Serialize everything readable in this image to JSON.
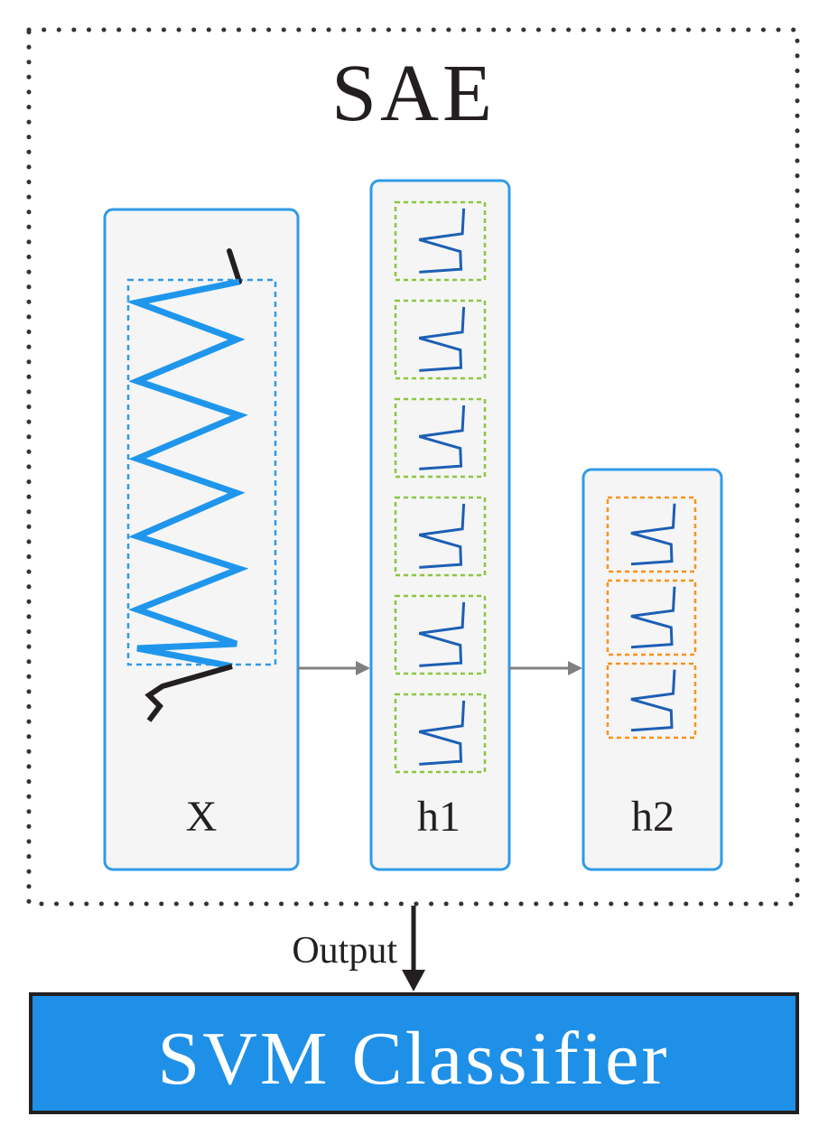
{
  "title": "SAE",
  "layers": [
    {
      "label": "X",
      "sub_boxes": 1
    },
    {
      "label": "h1",
      "sub_boxes": 6
    },
    {
      "label": "h2",
      "sub_boxes": 3
    }
  ],
  "output_label": "Output",
  "classifier_label": "SVM Classifier",
  "colors": {
    "panel_border": "#2f9be8",
    "panel_fill": "#f5f5f5",
    "signal_light": "#1f96ec",
    "signal_dark": "#1c5fb4",
    "h1_box": "#8cc63f",
    "h2_box": "#f7941d",
    "classifier_fill": "#1e90e8",
    "arrow_gray": "#808080",
    "text": "#231f20"
  }
}
